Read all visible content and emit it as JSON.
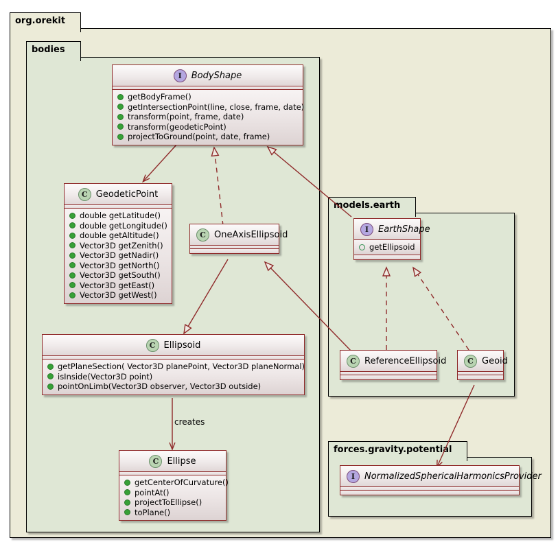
{
  "diagram": {
    "type": "uml-class-diagram",
    "colors": {
      "outer_package_bg": "#ecebd8",
      "inner_package_bg": "#dfe7d5",
      "class_border": "#8f2a2a",
      "interface_marker": "#b4a7e0",
      "class_marker": "#b9d4b2",
      "public_member": "#37a037",
      "edge": "#8f2a2a"
    }
  },
  "packages": [
    {
      "id": "org-orekit",
      "name": "org.orekit"
    },
    {
      "id": "bodies",
      "name": "bodies"
    },
    {
      "id": "models-earth",
      "name": "models.earth"
    },
    {
      "id": "forces-gravity-potential",
      "name": "forces.gravity.potential"
    }
  ],
  "classes": {
    "body_shape": {
      "name": "BodyShape",
      "stereotype": "I",
      "kind": "interface",
      "members": [
        {
          "visibility": "public",
          "text": "getBodyFrame()"
        },
        {
          "visibility": "public",
          "text": "getIntersectionPoint(line, close, frame, date)"
        },
        {
          "visibility": "public",
          "text": "transform(point, frame, date)"
        },
        {
          "visibility": "public",
          "text": "transform(geodeticPoint)"
        },
        {
          "visibility": "public",
          "text": "projectToGround(point, date, frame)"
        }
      ]
    },
    "geodetic_point": {
      "name": "GeodeticPoint",
      "stereotype": "C",
      "kind": "class",
      "members": [
        {
          "visibility": "public",
          "text": "double getLatitude()"
        },
        {
          "visibility": "public",
          "text": "double getLongitude()"
        },
        {
          "visibility": "public",
          "text": "double getAltitude()"
        },
        {
          "visibility": "public",
          "text": "Vector3D getZenith()"
        },
        {
          "visibility": "public",
          "text": "Vector3D getNadir()"
        },
        {
          "visibility": "public",
          "text": "Vector3D getNorth()"
        },
        {
          "visibility": "public",
          "text": "Vector3D getSouth()"
        },
        {
          "visibility": "public",
          "text": "Vector3D getEast()"
        },
        {
          "visibility": "public",
          "text": "Vector3D getWest()"
        }
      ]
    },
    "one_axis_ellipsoid": {
      "name": "OneAxisEllipsoid",
      "stereotype": "C",
      "kind": "class",
      "members": []
    },
    "ellipsoid": {
      "name": "Ellipsoid",
      "stereotype": "C",
      "kind": "class",
      "members": [
        {
          "visibility": "public",
          "text": "getPlaneSection( Vector3D planePoint, Vector3D planeNormal)"
        },
        {
          "visibility": "public",
          "text": "isInside(Vector3D point)"
        },
        {
          "visibility": "public",
          "text": "pointOnLimb(Vector3D observer, Vector3D outside)"
        }
      ]
    },
    "ellipse": {
      "name": "Ellipse",
      "stereotype": "C",
      "kind": "class",
      "members": [
        {
          "visibility": "public",
          "text": "getCenterOfCurvature()"
        },
        {
          "visibility": "public",
          "text": "pointAt()"
        },
        {
          "visibility": "public",
          "text": "projectToEllipse()"
        },
        {
          "visibility": "public",
          "text": "toPlane()"
        }
      ]
    },
    "earth_shape": {
      "name": "EarthShape",
      "stereotype": "I",
      "kind": "interface",
      "members": [
        {
          "visibility": "protected",
          "text": "getEllipsoid"
        }
      ]
    },
    "reference_ellipsoid": {
      "name": "ReferenceEllipsoid",
      "stereotype": "C",
      "kind": "class",
      "members": []
    },
    "geoid": {
      "name": "Geoid",
      "stereotype": "C",
      "kind": "class",
      "members": []
    },
    "nshp": {
      "name": "NormalizedSphericalHarmonicsProvider",
      "stereotype": "I",
      "kind": "interface",
      "members": []
    }
  },
  "relationships": [
    {
      "from": "BodyShape",
      "to": "GeodeticPoint",
      "type": "association",
      "label": ""
    },
    {
      "from": "OneAxisEllipsoid",
      "to": "BodyShape",
      "type": "realization",
      "label": ""
    },
    {
      "from": "EarthShape",
      "to": "BodyShape",
      "type": "generalization",
      "label": ""
    },
    {
      "from": "OneAxisEllipsoid",
      "to": "Ellipsoid",
      "type": "generalization",
      "label": ""
    },
    {
      "from": "ReferenceEllipsoid",
      "to": "OneAxisEllipsoid",
      "type": "generalization",
      "label": ""
    },
    {
      "from": "Ellipsoid",
      "to": "Ellipse",
      "type": "association",
      "label": "creates"
    },
    {
      "from": "ReferenceEllipsoid",
      "to": "EarthShape",
      "type": "realization",
      "label": ""
    },
    {
      "from": "Geoid",
      "to": "EarthShape",
      "type": "realization",
      "label": ""
    },
    {
      "from": "Geoid",
      "to": "NormalizedSphericalHarmonicsProvider",
      "type": "association",
      "label": ""
    }
  ],
  "edge_labels": {
    "creates": "creates"
  }
}
